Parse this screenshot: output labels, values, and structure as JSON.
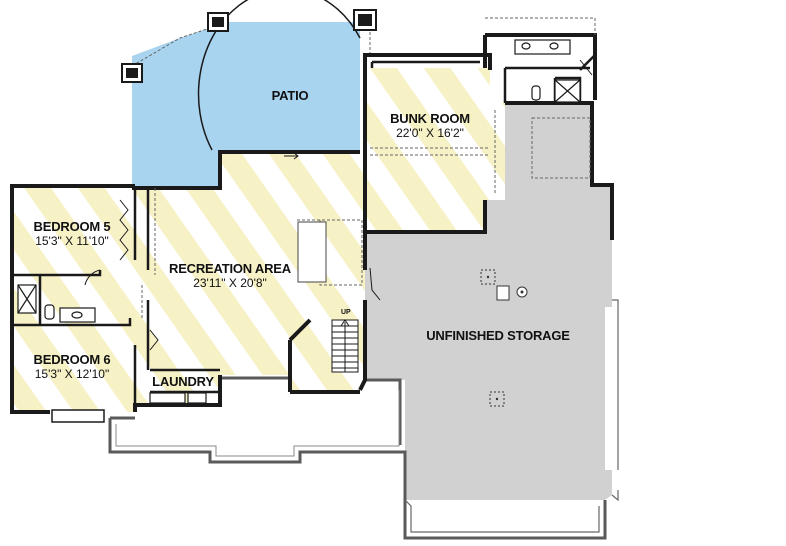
{
  "rooms": {
    "patio": {
      "name": "PATIO"
    },
    "bunk_room": {
      "name": "BUNK ROOM",
      "dims": "22'0\" X 16'2\""
    },
    "bedroom5": {
      "name": "BEDROOM 5",
      "dims": "15'3\" X 11'10\""
    },
    "recreation": {
      "name": "RECREATION AREA",
      "dims": "23'11\" X 20'8\""
    },
    "unfinished": {
      "name": "UNFINISHED STORAGE"
    },
    "bedroom6": {
      "name": "BEDROOM 6",
      "dims": "15'3\" X 12'10\""
    },
    "laundry": {
      "name": "LAUNDRY"
    }
  },
  "stair": {
    "label": "UP"
  },
  "colors": {
    "wall": "#1a1a1a",
    "patio_fill": "#a8d4f0",
    "stripe": "#f7f1c6",
    "storage_fill": "#d1d1d1",
    "foundation": "#5a5a5a"
  }
}
